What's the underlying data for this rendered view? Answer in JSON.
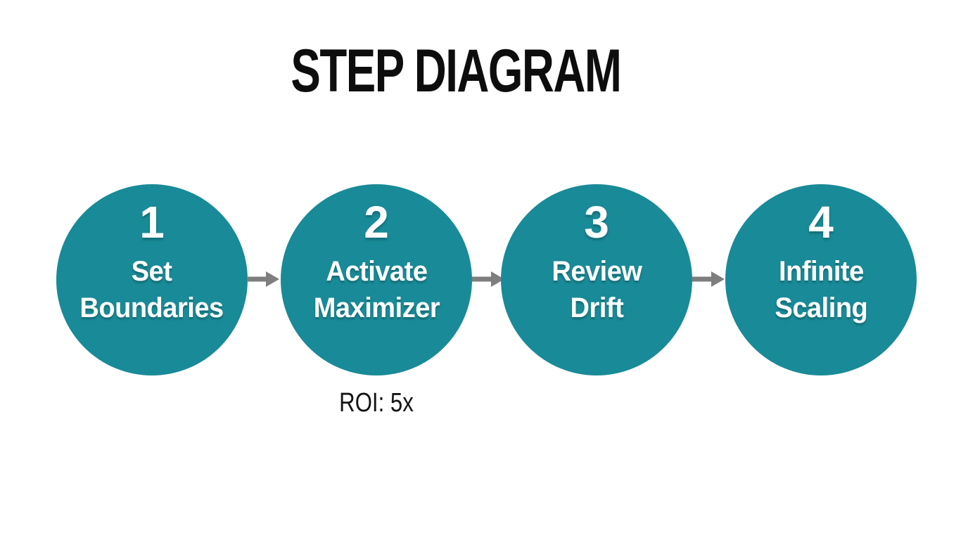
{
  "title": "STEP DIAGRAM",
  "diagram": {
    "type": "step-flow",
    "direction": "left-to-right",
    "steps": [
      {
        "number": "1",
        "label_line1": "Set",
        "label_line2": "Boundaries"
      },
      {
        "number": "2",
        "label_line1": "Activate",
        "label_line2": "Maximizer",
        "note": "ROI: 5x"
      },
      {
        "number": "3",
        "label_line1": "Review",
        "label_line2": "Drift"
      },
      {
        "number": "4",
        "label_line1": "Infinite",
        "label_line2": "Scaling"
      }
    ],
    "connector": "right-arrow"
  },
  "colors": {
    "background": "#ffffff",
    "circle_fill": "#198a97",
    "circle_text": "#ffffff",
    "arrow": "#7e7e7e",
    "title_text": "#0d0d0d",
    "note_text": "#141414"
  }
}
